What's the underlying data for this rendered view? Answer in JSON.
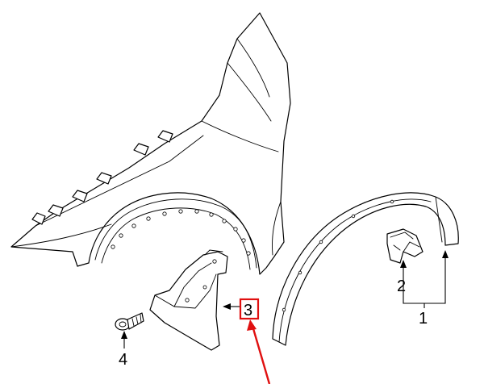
{
  "callouts": {
    "part1": "1",
    "part2": "2",
    "part3": "3",
    "part4": "4"
  },
  "colors": {
    "highlight": "#e01010",
    "line": "#000000",
    "background": "#ffffff"
  },
  "highlighted_callout": "3"
}
